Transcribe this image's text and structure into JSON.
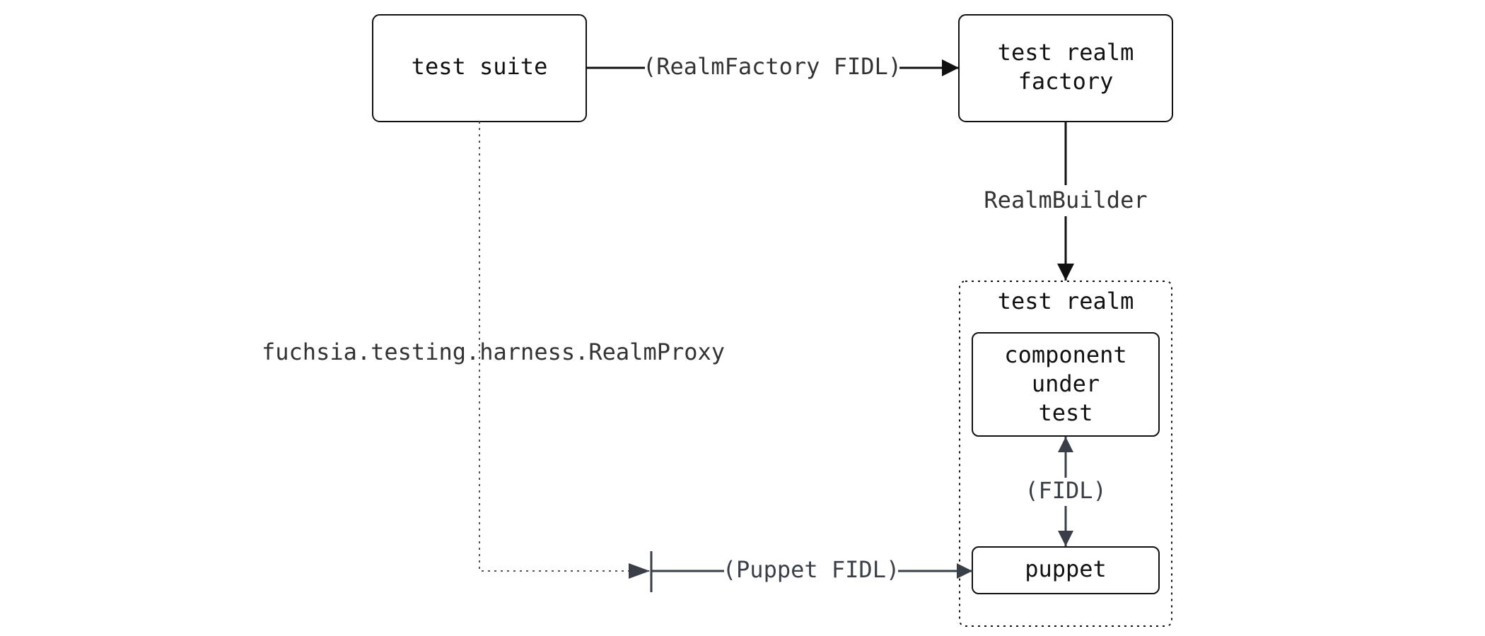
{
  "nodes": {
    "test_suite": {
      "label": "test suite"
    },
    "test_realm_factory": {
      "lines": [
        "test realm",
        "factory"
      ]
    },
    "test_realm": {
      "label": "test realm"
    },
    "component_under_test": {
      "lines": [
        "component",
        "under",
        "test"
      ]
    },
    "puppet": {
      "label": "puppet"
    }
  },
  "edges": {
    "realm_factory_fidl": {
      "label": "(RealmFactory FIDL)"
    },
    "realm_builder": {
      "label": "RealmBuilder"
    },
    "realm_proxy": {
      "label": "fuchsia.testing.harness.RealmProxy"
    },
    "fidl": {
      "label": "(FIDL)"
    },
    "puppet_fidl": {
      "label": "(Puppet FIDL)"
    }
  },
  "colors": {
    "box_stroke": "#111111",
    "arrow_dark": "#111111",
    "arrow_slate": "#3a3f47",
    "dotted": "#555555"
  }
}
